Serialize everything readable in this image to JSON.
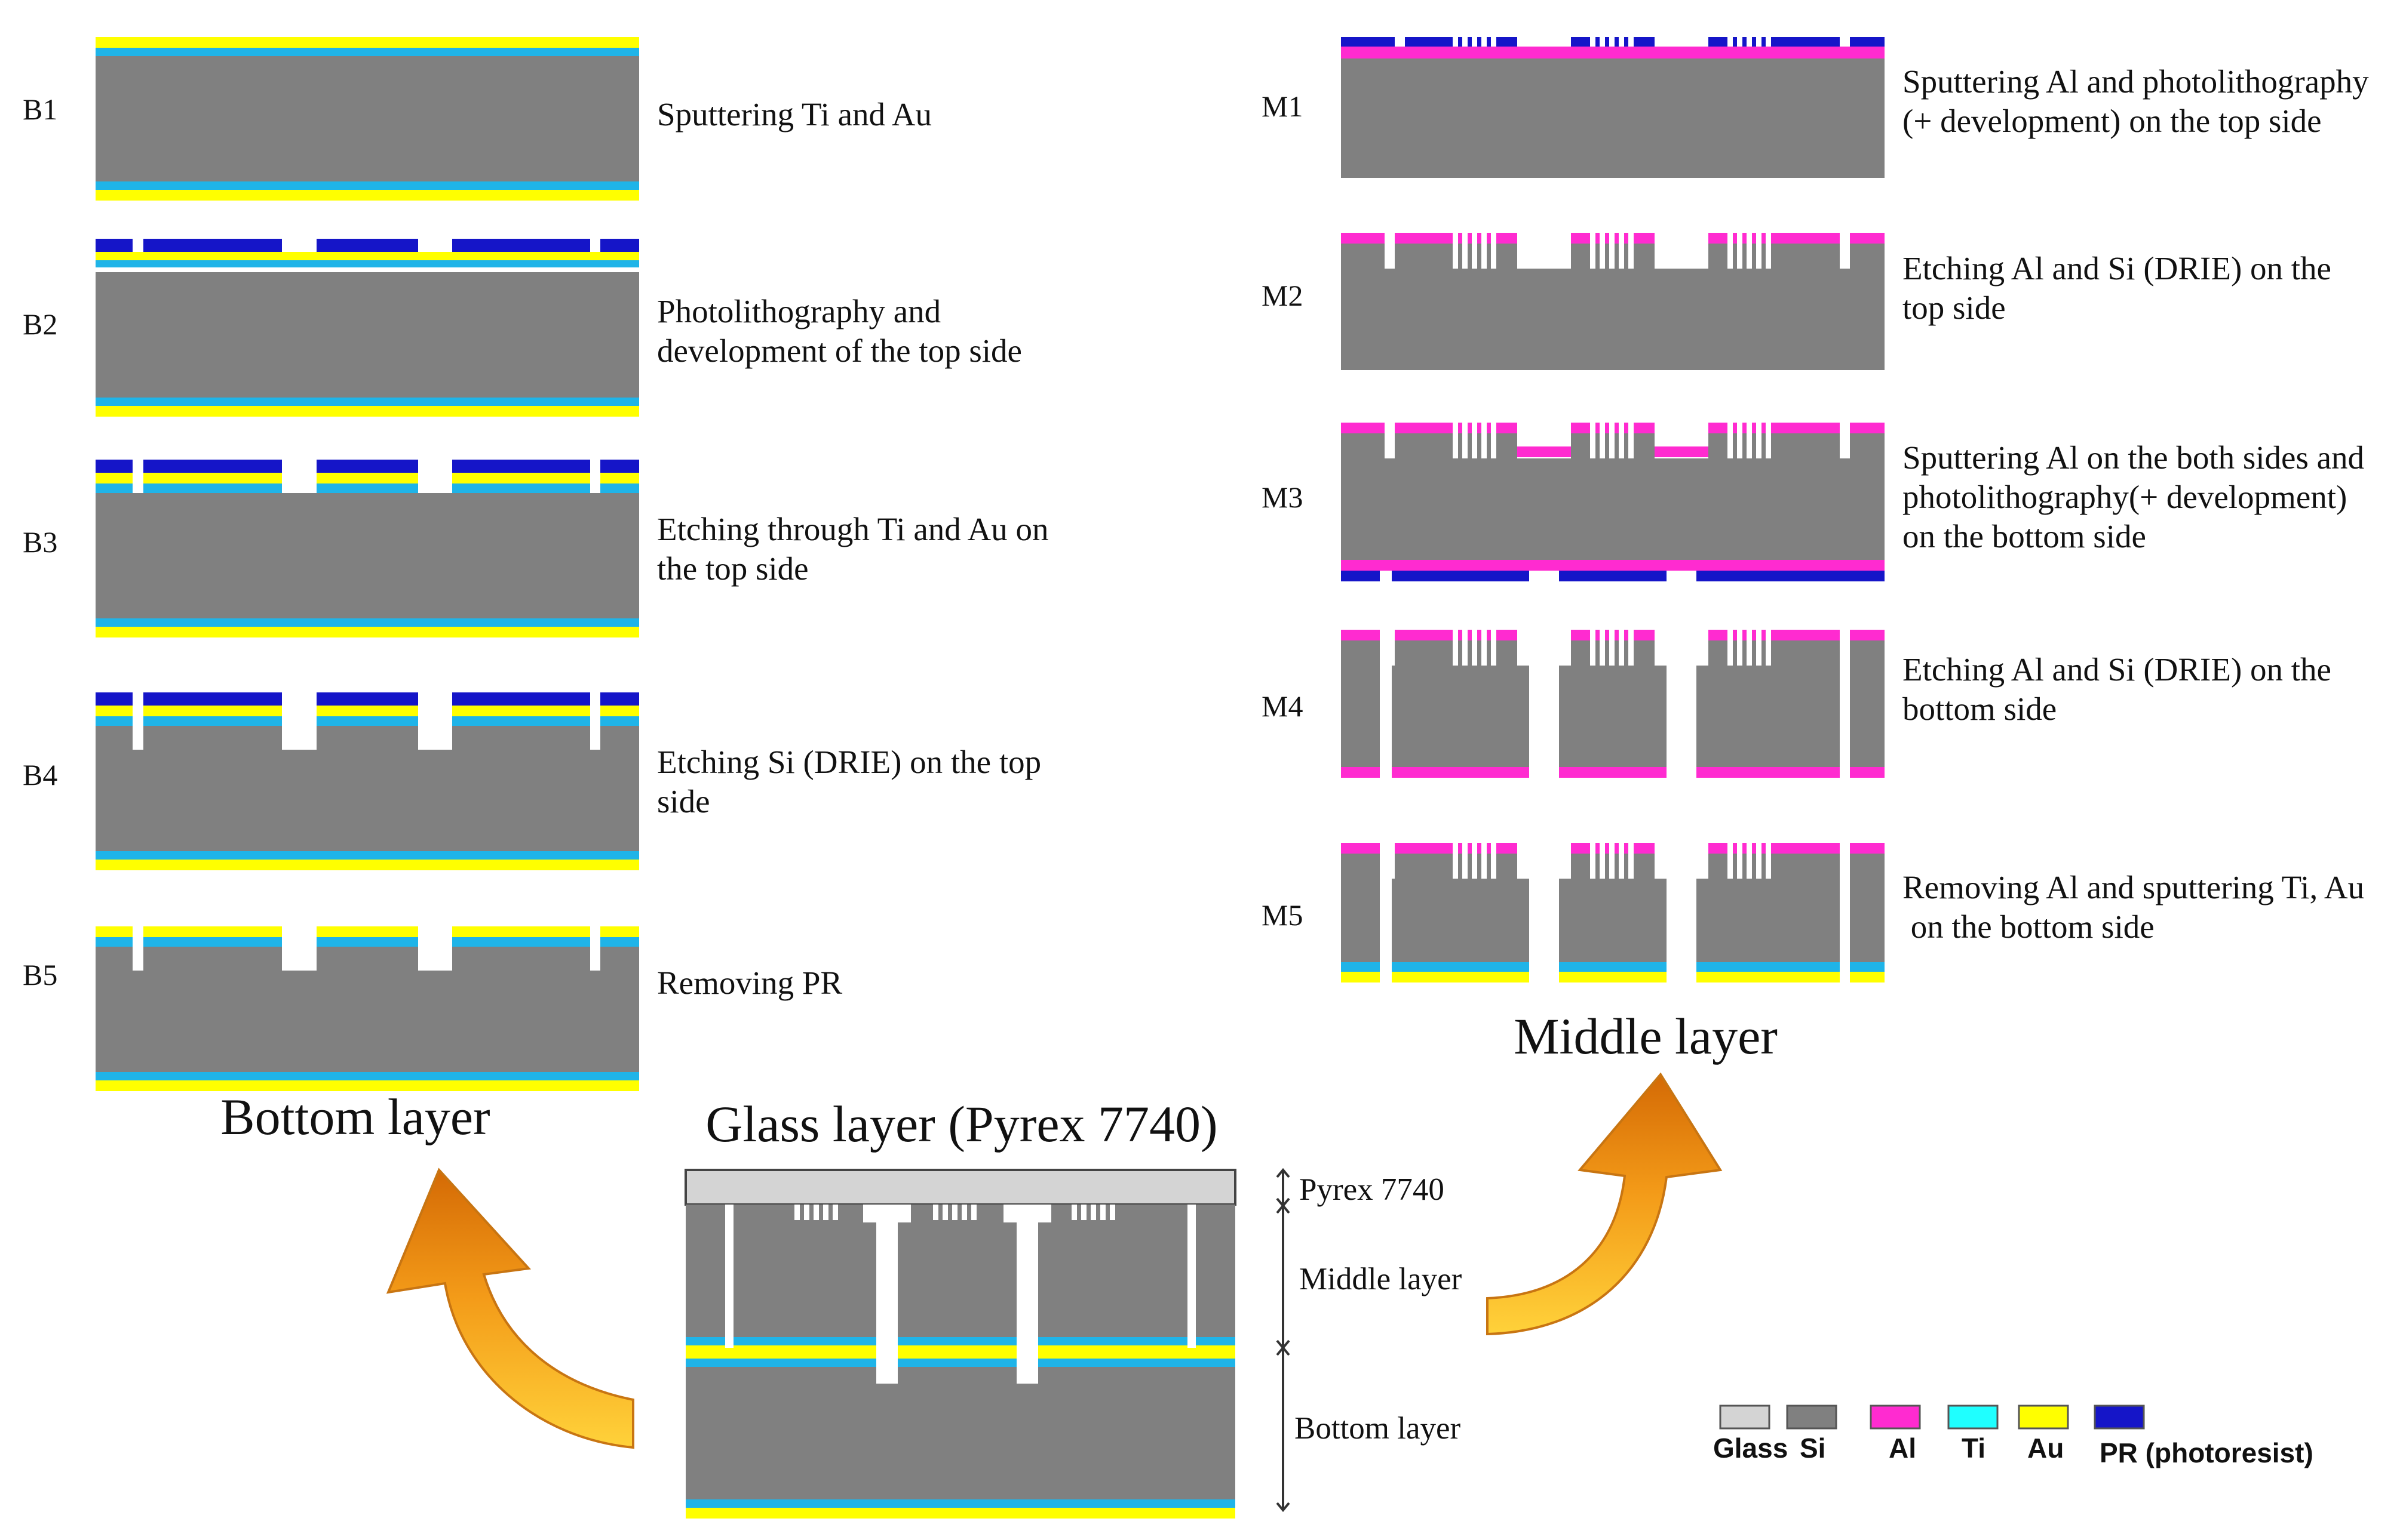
{
  "colors": {
    "glass": "#d4d4d4",
    "si": "#808080",
    "al": "#ff2bd0",
    "ti": "#1fb4e8",
    "au": "#ffff00",
    "pr": "#1515c8",
    "arrow": "#f08a10"
  },
  "bottom_layer": {
    "title": "Bottom layer",
    "steps": [
      {
        "id": "B1",
        "caption": [
          "Sputtering Ti and Au"
        ]
      },
      {
        "id": "B2",
        "caption": [
          "Photolithography and",
          "development of the top side"
        ]
      },
      {
        "id": "B3",
        "caption": [
          "Etching through Ti and Au on",
          "the top side"
        ]
      },
      {
        "id": "B4",
        "caption": [
          "Etching Si (DRIE) on the top",
          "side"
        ]
      },
      {
        "id": "B5",
        "caption": [
          "Removing PR"
        ]
      }
    ]
  },
  "middle_layer": {
    "title": "Middle layer",
    "steps": [
      {
        "id": "M1",
        "caption": [
          "Sputtering Al and photolithography",
          "(+ development) on the top side"
        ]
      },
      {
        "id": "M2",
        "caption": [
          "Etching  Al and  Si (DRIE) on the",
          "top side"
        ]
      },
      {
        "id": "M3",
        "caption": [
          "Sputtering  Al on the both sides and",
          "photolithography(+ development)",
          "on the bottom side"
        ]
      },
      {
        "id": "M4",
        "caption": [
          "Etching  Al and  Si (DRIE) on the",
          "bottom side"
        ]
      },
      {
        "id": "M5",
        "caption": [
          "Removing Al and sputtering Ti, Au",
          " on the bottom side"
        ]
      }
    ]
  },
  "glass_layer": {
    "title": "Glass layer (Pyrex 7740)",
    "labels": [
      "Pyrex 7740",
      "Middle layer",
      "Bottom layer"
    ]
  },
  "legend": [
    {
      "label": "Glass",
      "color_key": "glass"
    },
    {
      "label": "Si",
      "color_key": "si"
    },
    {
      "label": "Al",
      "color_key": "al"
    },
    {
      "label": "Ti",
      "color_key": "ti"
    },
    {
      "label": "Au",
      "color_key": "au"
    },
    {
      "label": "PR (photoresist)",
      "color_key": "pr"
    }
  ]
}
